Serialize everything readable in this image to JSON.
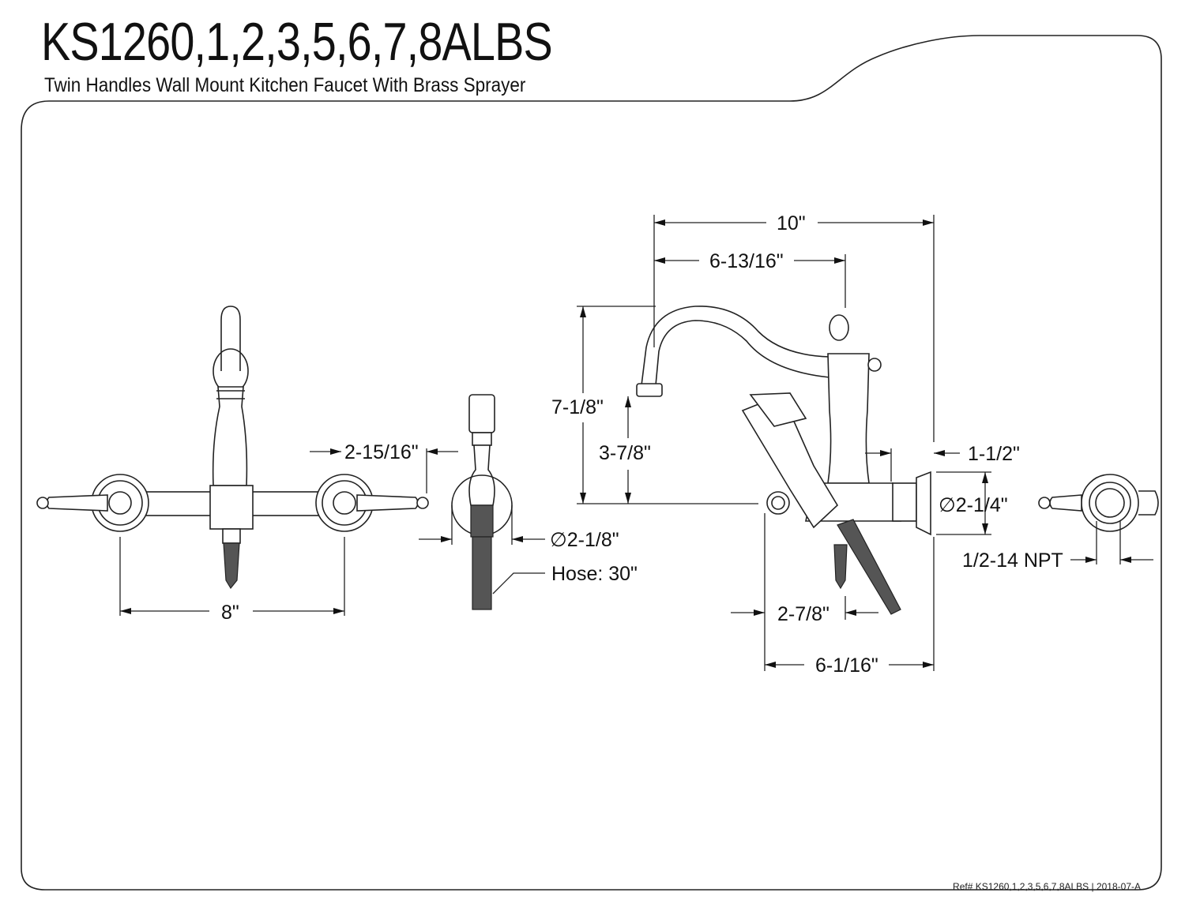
{
  "header": {
    "title": "KS1260,1,2,3,5,6,7,8ALBS",
    "subtitle": "Twin Handles Wall Mount Kitchen Faucet With Brass Sprayer"
  },
  "dimensions": {
    "spout_reach_total": "10\"",
    "spout_reach": "6-13/16\"",
    "height_total": "7-1/8\"",
    "spout_clearance": "3-7/8\"",
    "wall_offset": "1-1/2\"",
    "flange_diameter": "∅2-1/4\"",
    "inlet_thread": "1/2-14 NPT",
    "sprayer_width": "2-15/16\"",
    "sprayer_base_diameter": "∅2-1/8\"",
    "hose_length": "Hose: 30\"",
    "center_spacing": "8\"",
    "sprayer_offset": "2-7/8\"",
    "depth_total": "6-1/16\""
  },
  "footer": {
    "reference": "Ref# KS1260,1,2,3,5,6,7,8ALBS | 2018-07-A"
  }
}
